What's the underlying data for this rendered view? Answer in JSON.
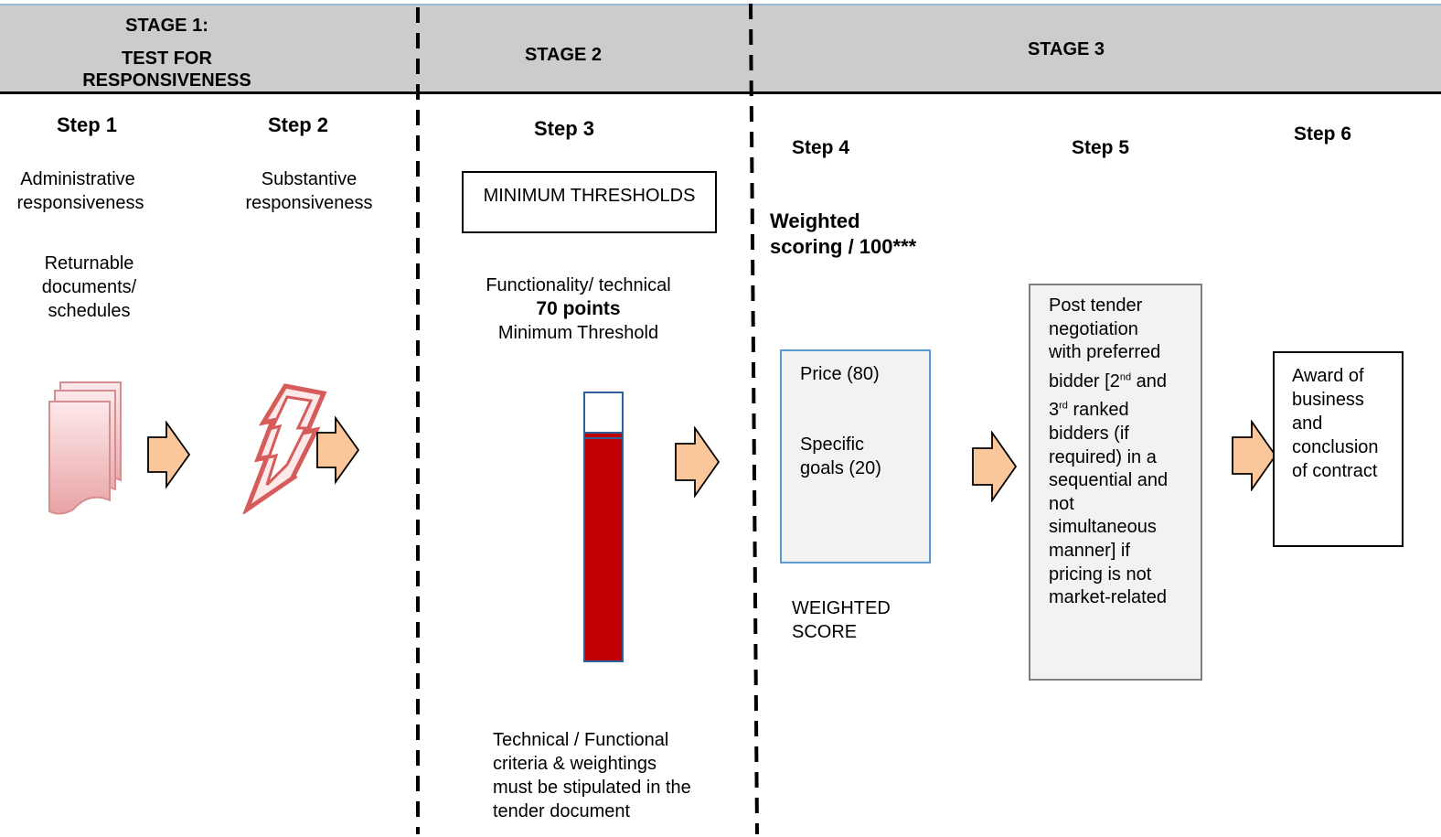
{
  "stages": {
    "stage1_line1": "STAGE 1:",
    "stage1_line2": "TEST FOR",
    "stage1_line3": "RESPONSIVENESS",
    "stage2": "STAGE 2",
    "stage3": "STAGE 3"
  },
  "steps": {
    "step1": "Step 1",
    "step2": "Step 2",
    "step3": "Step 3",
    "step4": "Step 4",
    "step5": "Step 5",
    "step6": "Step 6"
  },
  "step1": {
    "line1": "Administrative",
    "line2": "responsiveness",
    "doc1": "Returnable",
    "doc2": "documents/",
    "doc3": "schedules",
    "icon": "document-stack-icon"
  },
  "step2": {
    "line1": "Substantive",
    "line2": "responsiveness",
    "icon": "lightning-bolt-icon"
  },
  "step3": {
    "box_label": "MINIMUM THRESHOLDS",
    "line1": "Functionality/ technical",
    "points": "70 points",
    "line3": "Minimum Threshold",
    "threshold_fill": 0.85,
    "note1": "Technical / Functional",
    "note2": "criteria & weightings",
    "note3": "must be stipulated in the",
    "note4": "tender document"
  },
  "step4": {
    "heading1": "Weighted",
    "heading2": "scoring / 100***",
    "price": "Price (80)",
    "goals1": "Specific",
    "goals2": "goals (20)",
    "score1": "WEIGHTED",
    "score2": "SCORE"
  },
  "step5": {
    "l1": "Post tender",
    "l2": "negotiation",
    "l3": "with preferred",
    "l4a": "bidder [2",
    "l4sup": "nd",
    "l4b": " and",
    "l5a": "3",
    "l5sup": "rd",
    "l5b": " ranked",
    "l6": "bidders (if",
    "l7": "required) in a",
    "l8": "sequential and",
    "l9": "not",
    "l10": "simultaneous",
    "l11": "manner] if",
    "l12": "pricing is not",
    "l13": "market-related"
  },
  "step6": {
    "l1": "Award of",
    "l2": "business",
    "l3": "and",
    "l4": "conclusion",
    "l5": "of contract"
  },
  "colors": {
    "header_bg": "#cccccc",
    "arrow_fill": "#fbc79a",
    "bar_fill": "#c00000",
    "bar_border": "#2e5f9a",
    "weighted_box_border": "#5b9bd5",
    "negotiation_box_bg": "#f2f2f2"
  }
}
